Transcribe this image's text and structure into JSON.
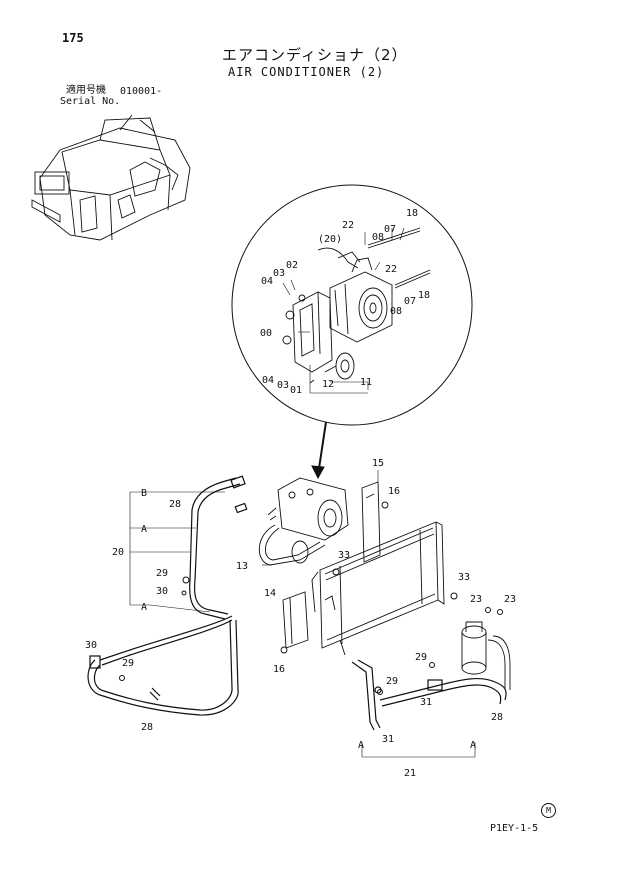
{
  "page": {
    "number": "175",
    "title_jp": "エアコンディショナ（2）",
    "title_en": "AIR CONDITIONER (2)",
    "serial_label_jp": "適用号機",
    "serial_value": "010001-",
    "serial_label_en": "Serial No.",
    "code": "P1EY-1-5",
    "mark": "M"
  },
  "callouts": {
    "c18a": "18",
    "c22a": "22",
    "c07a": "07",
    "c08a": "08",
    "c20p": "(20)",
    "c02a": "02",
    "c03a": "03",
    "c04a": "04",
    "c22b": "22",
    "c18b": "18",
    "c07b": "07",
    "c08b": "08",
    "c00": "00",
    "c04b": "04",
    "c03b": "03",
    "c01": "01",
    "c12": "12",
    "c11": "11",
    "cB": "B",
    "c28a": "28",
    "cA1": "A",
    "c20": "20",
    "c29a": "29",
    "c30a": "30",
    "cA2": "A",
    "c13": "13",
    "c15": "15",
    "c16a": "16",
    "c33a": "33",
    "c14": "14",
    "c16b": "16",
    "c33b": "33",
    "c23a": "23",
    "c23b": "23",
    "c30b": "30",
    "c29b": "29",
    "c28b": "28",
    "c29c": "29",
    "c29d": "29",
    "c31a": "31",
    "c31b": "31",
    "c28c": "28",
    "cA3": "A",
    "cA4": "A",
    "c21": "21"
  }
}
